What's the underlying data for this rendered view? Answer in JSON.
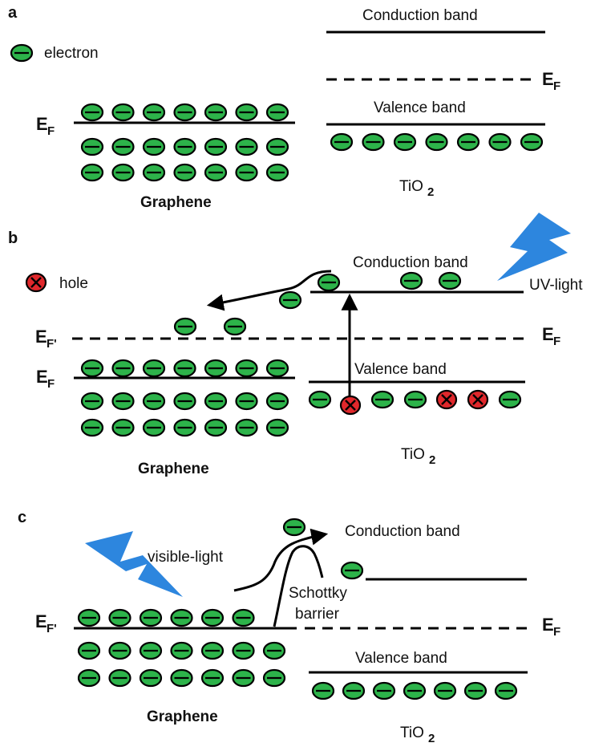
{
  "colors": {
    "electron_fill": "#2db34a",
    "hole_fill": "#e0282c",
    "light_fill": "#2d86de",
    "line": "#000000"
  },
  "panel_a": {
    "letter": "a",
    "legend_label": "electron",
    "conduction_band": "Conduction band",
    "valence_band": "Valence band",
    "graphene_fermi": "E",
    "graphene_fermi_sub": "F",
    "tio2_fermi": "E",
    "tio2_fermi_sub": "F",
    "graphene_label": "Graphene",
    "tio2_label": "TiO",
    "tio2_sub": "2"
  },
  "panel_b": {
    "letter": "b",
    "legend_label": "hole",
    "conduction_band": "Conduction band",
    "light_label": "UV-light",
    "valence_band": "Valence band",
    "shifted_fermi": "E",
    "shifted_fermi_sub": "F'",
    "graphene_fermi": "E",
    "graphene_fermi_sub": "F",
    "tio2_fermi": "E",
    "tio2_fermi_sub": "F",
    "graphene_label": "Graphene",
    "tio2_label": "TiO",
    "tio2_sub": "2"
  },
  "panel_c": {
    "letter": "c",
    "light_label": "visible-light",
    "conduction_band": "Conduction band",
    "barrier_line1": "Schottky",
    "barrier_line2": "barrier",
    "shifted_fermi": "E",
    "shifted_fermi_sub": "F'",
    "tio2_fermi": "E",
    "tio2_fermi_sub": "F",
    "valence_band": "Valence band",
    "graphene_label": "Graphene",
    "tio2_label": "TiO",
    "tio2_sub": "2"
  }
}
